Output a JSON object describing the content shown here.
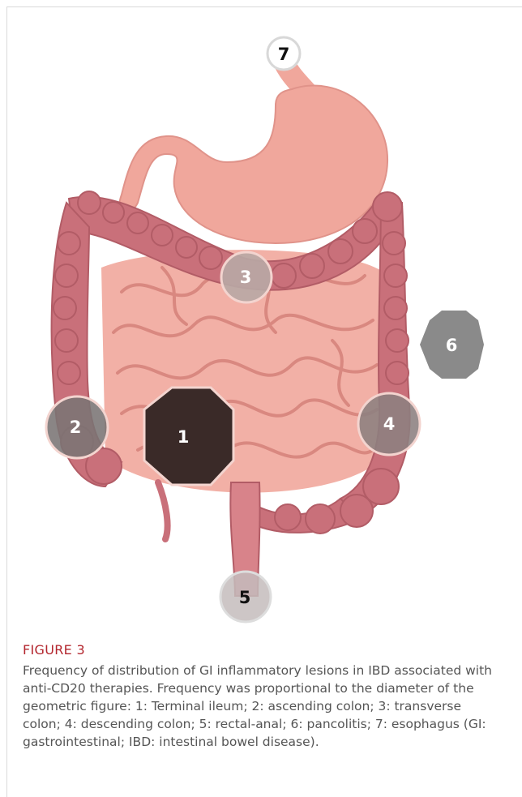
{
  "figure": {
    "label": "FIGURE 3",
    "caption": "Frequency of distribution of GI inflammatory lesions in IBD associated with anti-CD20 therapies. Frequency was proportional to the diameter of the geometric figure: 1: Terminal ileum; 2: ascending colon; 3: transverse colon; 4: descending colon; 5: rectal-anal; 6: pancolitis; 7: esophagus (GI: gastrointestinal; IBD: intestinal bowel disease)."
  },
  "markers": [
    {
      "number": "1",
      "shape": "hexagon",
      "color": "#3a2a28",
      "text_color": "#ffffff"
    },
    {
      "number": "2",
      "shape": "circle",
      "color": "#7a7474",
      "text_color": "#ffffff"
    },
    {
      "number": "3",
      "shape": "circle",
      "color": "#b8a9a5",
      "text_color": "#ffffff"
    },
    {
      "number": "4",
      "shape": "circle",
      "color": "#8c8080",
      "text_color": "#ffffff"
    },
    {
      "number": "5",
      "shape": "circle",
      "color": "#c4bcbc",
      "text_color": "#111111"
    },
    {
      "number": "6",
      "shape": "hexagon",
      "color": "#8a8a8a",
      "text_color": "#ffffff"
    },
    {
      "number": "7",
      "shape": "circle",
      "color": "#ffffff",
      "text_color": "#111111"
    }
  ],
  "colors": {
    "stomach": "#f0a79c",
    "colon": "#c9707a",
    "small_intestine": "#f2b0a6",
    "rectum": "#d8838a",
    "label_accent": "#b3262e"
  }
}
